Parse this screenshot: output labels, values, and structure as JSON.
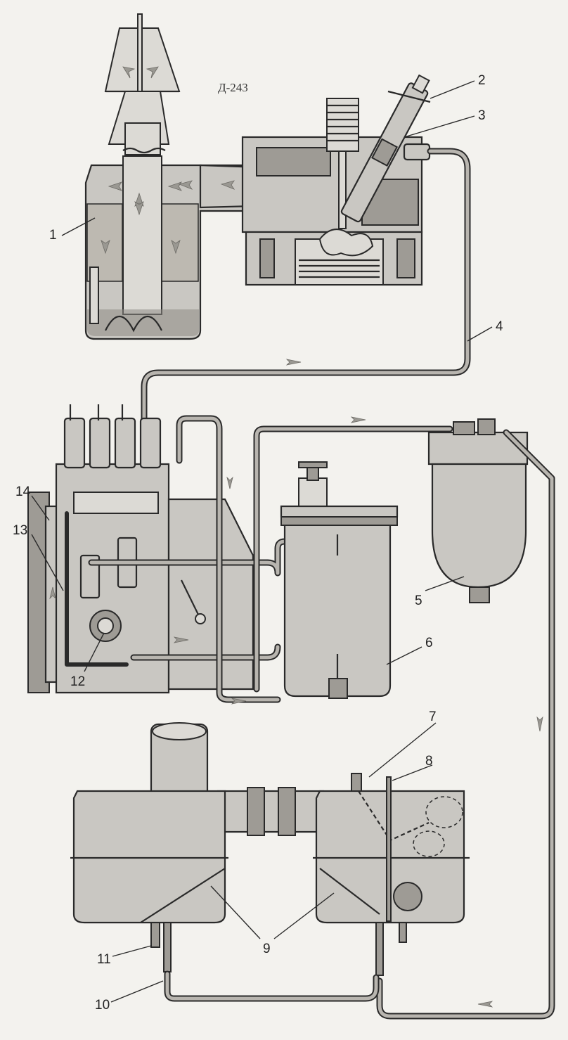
{
  "title": "Д-243",
  "callouts": [
    {
      "id": "1",
      "label": "1"
    },
    {
      "id": "2",
      "label": "2"
    },
    {
      "id": "3",
      "label": "3"
    },
    {
      "id": "4",
      "label": "4"
    },
    {
      "id": "5",
      "label": "5"
    },
    {
      "id": "6",
      "label": "6"
    },
    {
      "id": "7",
      "label": "7"
    },
    {
      "id": "8",
      "label": "8"
    },
    {
      "id": "9",
      "label": "9"
    },
    {
      "id": "10",
      "label": "10"
    },
    {
      "id": "11",
      "label": "11"
    },
    {
      "id": "12",
      "label": "12"
    },
    {
      "id": "13",
      "label": "13"
    },
    {
      "id": "14",
      "label": "14"
    }
  ],
  "colors": {
    "paper": "#f3f2ee",
    "ink": "#2a2a2a",
    "metal": "#c9c7c2",
    "fuel": "#8e8b85"
  }
}
